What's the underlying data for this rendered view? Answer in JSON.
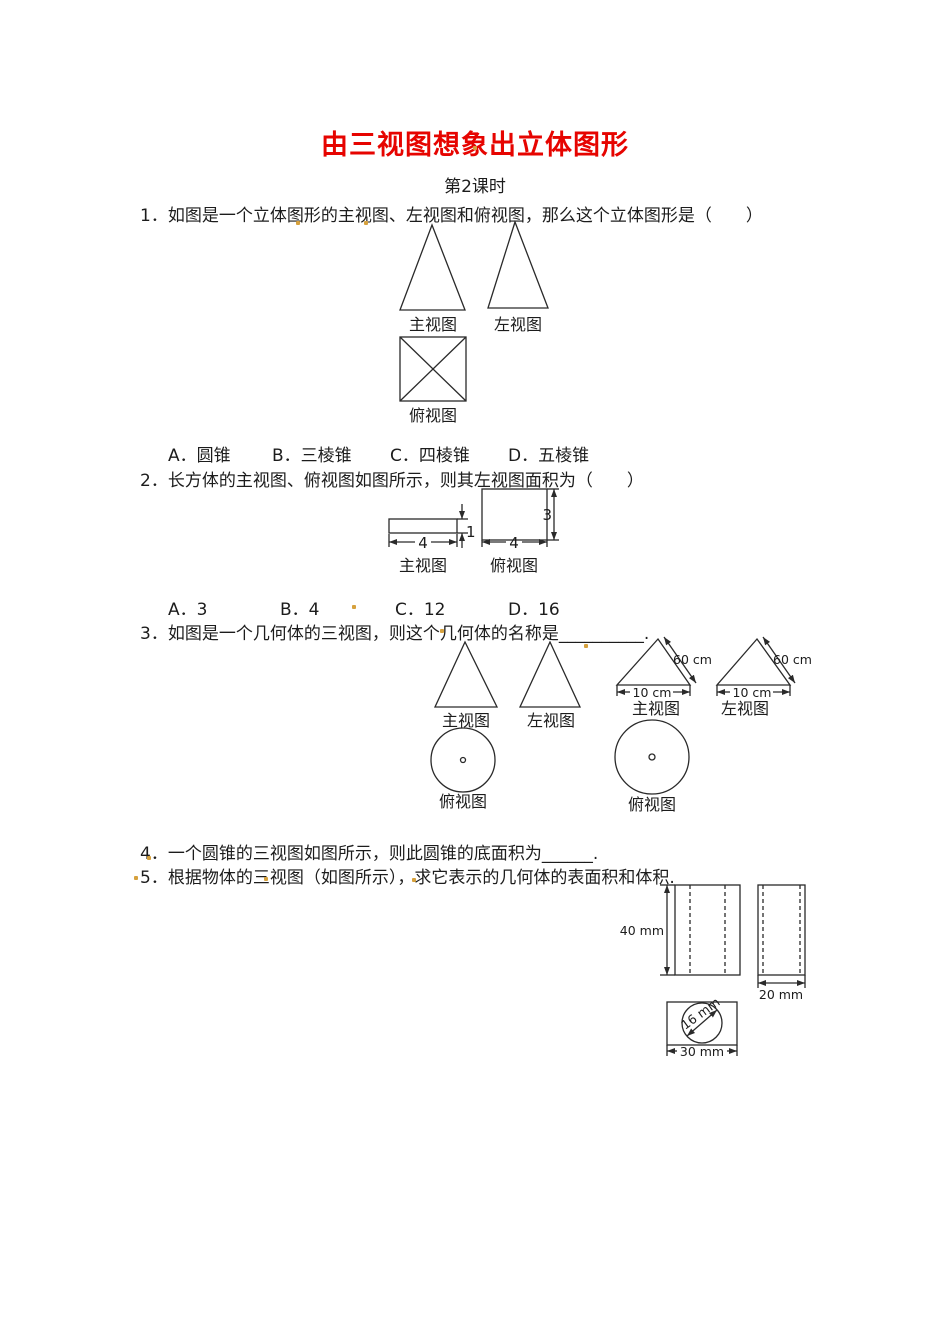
{
  "title": "由三视图想象出立体图形",
  "subtitle": "第2课时",
  "q1": {
    "text": "1．如图是一个立体图形的主视图、左视图和俯视图，那么这个立体图形是（　　）",
    "options": [
      "A．圆锥",
      "B．三棱锥",
      "C．四棱锥",
      "D．五棱锥"
    ],
    "labels": {
      "front": "主视图",
      "side": "左视图",
      "top": "俯视图"
    }
  },
  "q2": {
    "text": "2．长方体的主视图、俯视图如图所示，则其左视图面积为（　　）",
    "options": [
      "A．3",
      "B．4",
      "C．12",
      "D．16"
    ],
    "labels": {
      "front": "主视图",
      "top": "俯视图"
    },
    "dims": {
      "front_width": "4",
      "front_height": "1",
      "top_width": "4",
      "top_height": "3"
    }
  },
  "q3": {
    "text": "3．如图是一个几何体的三视图，则这个几何体的名称是__________.",
    "labels": {
      "front": "主视图",
      "side": "左视图",
      "top": "俯视图"
    }
  },
  "q4": {
    "labels": {
      "front": "主视图",
      "side": "左视图",
      "top": "俯视图"
    },
    "dims": {
      "slant": "60 cm",
      "base": "10 cm"
    },
    "text": "4．一个圆锥的三视图如图所示，则此圆锥的底面积为______."
  },
  "q5": {
    "text": "5．根据物体的三视图（如图所示），求它表示的几何体的表面积和体积.",
    "dims": {
      "height": "40 mm",
      "depth": "20 mm",
      "hole": "16 mm",
      "width": "30 mm"
    }
  }
}
